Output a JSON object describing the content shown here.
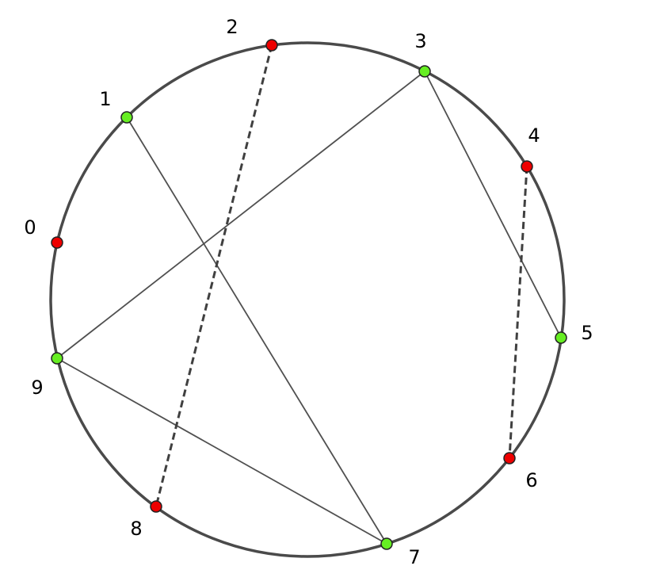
{
  "diagram": {
    "colors": {
      "circle": "#4a4a4a",
      "solid_edge": "#505050",
      "dashed_edge": "#404040",
      "node_green": "#66ee22",
      "node_red": "#ee0000",
      "node_outline": "#222222"
    },
    "nodes": [
      {
        "id": "0",
        "label": "0",
        "status": "red"
      },
      {
        "id": "1",
        "label": "1",
        "status": "green"
      },
      {
        "id": "2",
        "label": "2",
        "status": "red"
      },
      {
        "id": "3",
        "label": "3",
        "status": "green"
      },
      {
        "id": "4",
        "label": "4",
        "status": "red"
      },
      {
        "id": "5",
        "label": "5",
        "status": "green"
      },
      {
        "id": "6",
        "label": "6",
        "status": "red"
      },
      {
        "id": "7",
        "label": "7",
        "status": "green"
      },
      {
        "id": "8",
        "label": "8",
        "status": "red"
      },
      {
        "id": "9",
        "label": "9",
        "status": "green"
      }
    ],
    "edges": [
      {
        "from": "1",
        "to": "7",
        "style": "solid"
      },
      {
        "from": "3",
        "to": "9",
        "style": "solid"
      },
      {
        "from": "3",
        "to": "5",
        "style": "solid"
      },
      {
        "from": "9",
        "to": "7",
        "style": "solid"
      },
      {
        "from": "2",
        "to": "8",
        "style": "dashed"
      },
      {
        "from": "4",
        "to": "6",
        "style": "dashed"
      }
    ]
  }
}
